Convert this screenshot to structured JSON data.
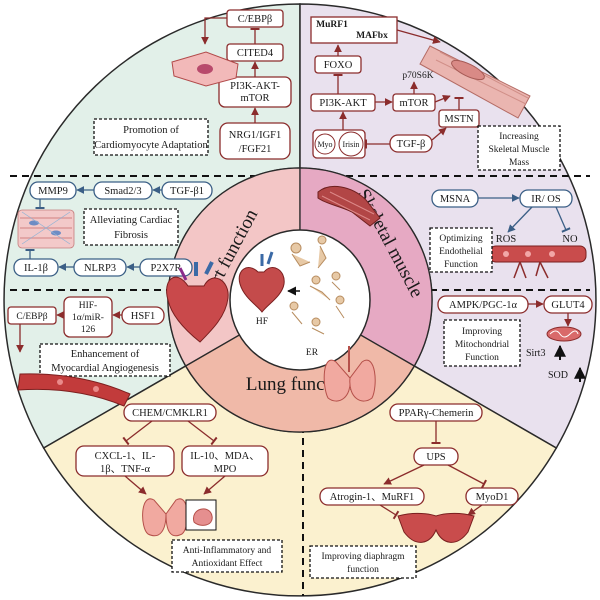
{
  "sections": {
    "heart": "Heart function",
    "skeletal": "Skeletal muscle",
    "lung": "Lung function"
  },
  "center": {
    "hf": "HF",
    "er": "ER"
  },
  "heart_top": {
    "cebpb": "C/EBPβ",
    "cited4": "CITED4",
    "pi3k_l1": "PI3K-AKT-",
    "pi3k_l2": "mTOR",
    "nrg_l1": "NRG1/IGF1",
    "nrg_l2": "/FGF21",
    "label_l1": "Promotion of",
    "label_l2": "Cardiomyocyte Adaptation"
  },
  "heart_mid": {
    "mmp9": "MMP9",
    "smad": "Smad2/3",
    "tgfb1": "TGF-β1",
    "label_l1": "Alleviating Cardiac",
    "label_l2": "Fibrosis",
    "il1b": "IL-1β",
    "nlrp3": "NLRP3",
    "p2x7r": "P2X7R"
  },
  "heart_bot": {
    "cebpb": "C/EBPβ",
    "hif_l1": "HIF-",
    "hif_l2": "1α/miR-",
    "hif_l3": "126",
    "hsf1": "HSF1",
    "label_l1": "Enhancement of",
    "label_l2": "Myocardial Angiogenesis"
  },
  "skel_top": {
    "murf1": "MuRF1",
    "mafbx": "MAFbx",
    "foxo": "FOXO",
    "p70s6k": "p70S6K",
    "pi3k": "PI3K-AKT",
    "mtor": "mTOR",
    "mstn": "MSTN",
    "myo": "Myo",
    "irisin": "Irisin",
    "tgfb": "TGF-β",
    "label_l1": "Increasing",
    "label_l2": "Skeletal Muscle",
    "label_l3": "Mass"
  },
  "skel_mid": {
    "msna": "MSNA",
    "iros": "IR/ OS",
    "ros": "ROS",
    "no": "NO",
    "label_l1": "Optimizing",
    "label_l2": "Endothelial",
    "label_l3": "Function"
  },
  "skel_bot": {
    "ampk": "AMPK/PGC-1α",
    "glut4": "GLUT4",
    "label_l1": "Improving",
    "label_l2": "Mitochondrial",
    "label_l3": "Function",
    "sirt3": "Sirt3",
    "sod": "SOD"
  },
  "lung_left": {
    "chem": "CHEM/CMKLR1",
    "cxcl_l1": "CXCL-1、IL-",
    "cxcl_l2": "1β、TNF-α",
    "il10_l1": "IL-10、MDA、",
    "il10_l2": "MPO",
    "label_l1": "Anti-Inflammatory and",
    "label_l2": "Antioxidant Effect"
  },
  "lung_right": {
    "ppar": "PPARγ-Chemerin",
    "ups": "UPS",
    "atrogin": "Atrogin-1、MuRF1",
    "myod1": "MyoD1",
    "label_l1": "Improving diaphragm",
    "label_l2": "function"
  },
  "colors": {
    "heart_bg": "#e2f0e9",
    "skeletal_bg": "#e9e1ee",
    "lung_bg": "#fbf1cf",
    "heart_ring": "#f3c6c6",
    "skeletal_ring": "#e6a9c3",
    "lung_ring": "#f0b9a8",
    "accent": "#8b2c2c",
    "blue": "#3b5f86"
  }
}
